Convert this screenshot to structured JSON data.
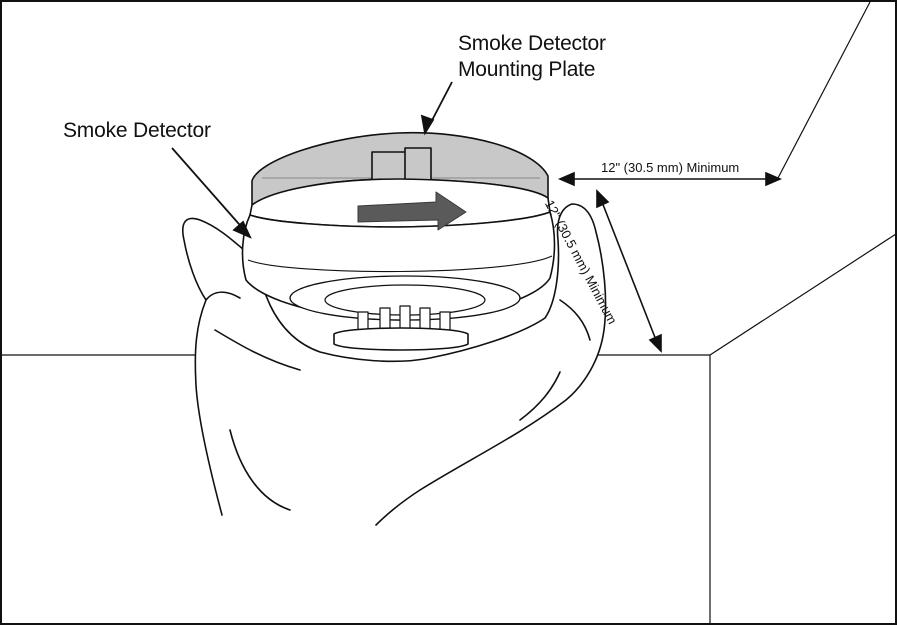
{
  "labels": {
    "mounting_plate_line1": "Smoke Detector",
    "mounting_plate_line2": "Mounting Plate",
    "smoke_detector": "Smoke Detector"
  },
  "dimensions": {
    "horizontal": "12\" (30.5 mm) Minimum",
    "vertical": "12\" (30.5 mm) Minimum"
  },
  "colors": {
    "line": "#111111",
    "mounting_plate": "#c8c8c8",
    "rotation_arrow": "#5a5a5a",
    "background": "#ffffff"
  }
}
